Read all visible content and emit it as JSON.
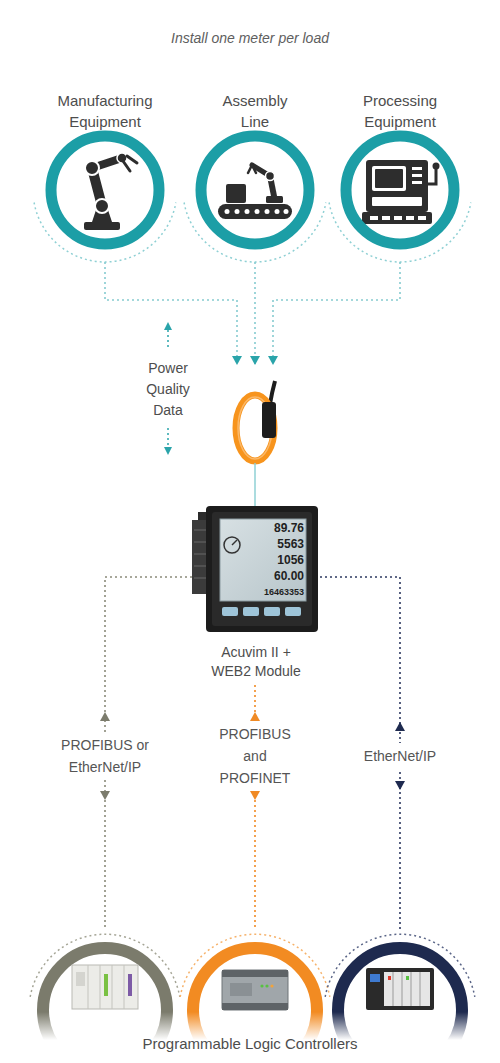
{
  "diagram": {
    "title": "Install one meter per load",
    "nodes": [
      {
        "text": [
          "Manufacturing Equipment"
        ]
      },
      {
        "text": [
          "Assembly Line"
        ]
      },
      {
        "text": [
          "Processing Equipment"
        ]
      },
      {
        "text": [
          "Acuvim II + WEB2 Module"
        ]
      },
      {
        "text": [
          "Programmable Logic Controllers"
        ]
      }
    ],
    "edges": [
      {
        "from": 0,
        "to": 3,
        "arrow": "to"
      },
      {
        "from": 1,
        "to": 3,
        "arrow": "to"
      },
      {
        "from": 2,
        "to": 3,
        "arrow": "to"
      },
      {
        "from": 3,
        "to": 4,
        "label": "PROFIBUS or EtherNet/IP",
        "arrow": "both"
      },
      {
        "from": 3,
        "to": 4,
        "label": "PROFIBUS and PROFINET",
        "arrow": "both"
      },
      {
        "from": 3,
        "to": 4,
        "label": "EtherNet/IP",
        "arrow": "both"
      }
    ],
    "labels": [
      "Power Quality Data",
      "89.76",
      "5563",
      "1056",
      "60.00",
      "16463353"
    ]
  }
}
